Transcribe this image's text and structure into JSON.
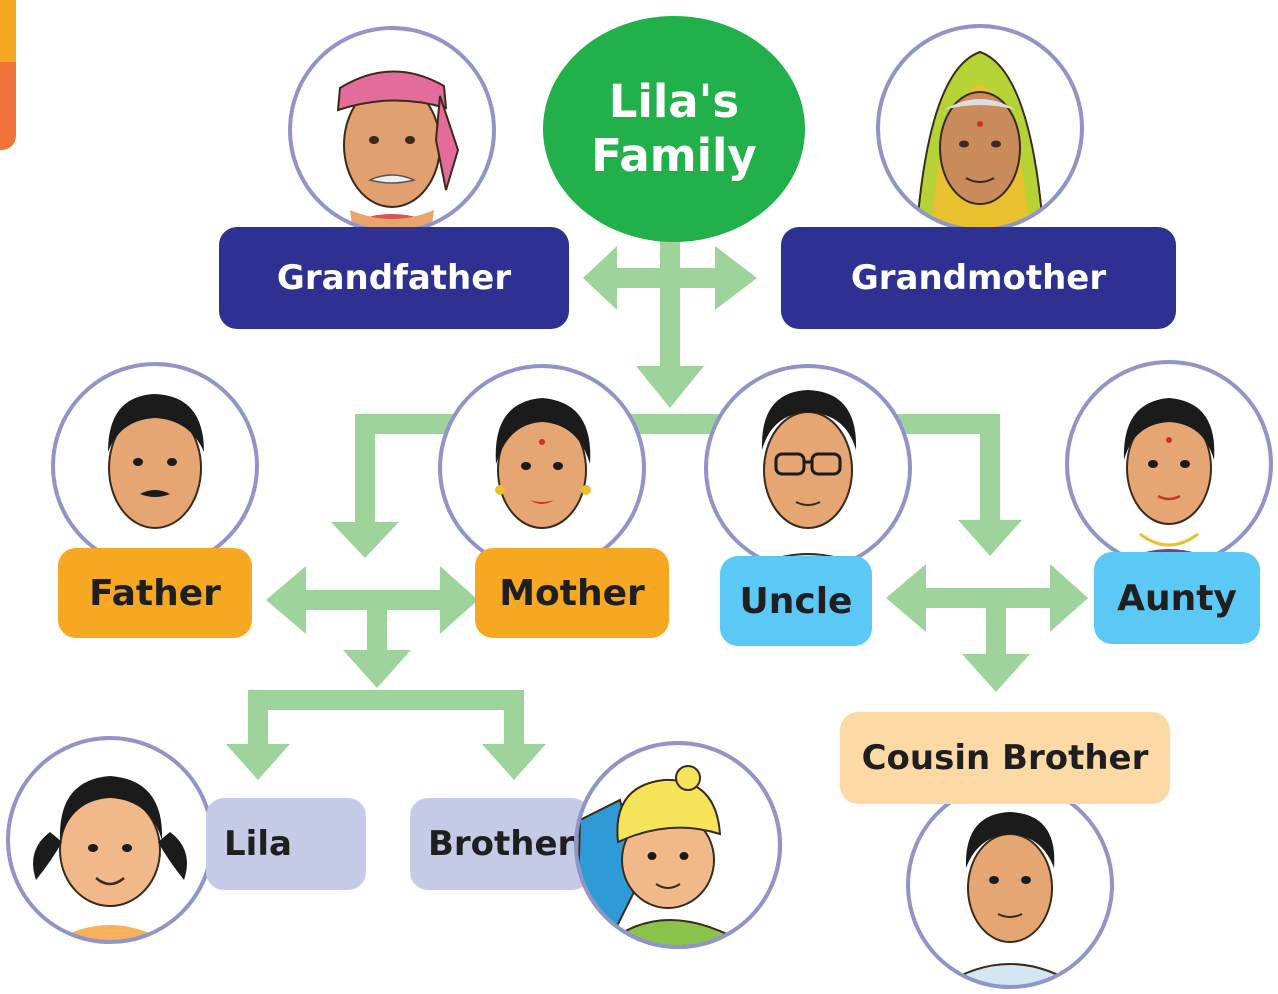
{
  "root": {
    "line1": "Lila's",
    "line2": "Family"
  },
  "members": {
    "grandfather": "Grandfather",
    "grandmother": "Grandmother",
    "father": "Father",
    "mother": "Mother",
    "uncle": "Uncle",
    "aunty": "Aunty",
    "lila": "Lila",
    "brother": "Brother",
    "cousin_brother": "Cousin Brother"
  },
  "colors": {
    "root": "#22b04b",
    "grandparents": "#2e3192",
    "parents": "#f7a823",
    "uncle_aunty": "#5bc8f5",
    "cousin": "#fdd9a6",
    "children": "#c5cbe6",
    "arrows": "#9ed39b",
    "portrait_ring": "#8f95c8"
  },
  "portraits": [
    {
      "name": "grandfather-portrait",
      "icon": "elderly-man-turban-icon"
    },
    {
      "name": "grandmother-portrait",
      "icon": "elderly-woman-headscarf-icon"
    },
    {
      "name": "father-portrait",
      "icon": "man-mustache-icon"
    },
    {
      "name": "mother-portrait",
      "icon": "woman-bindi-icon"
    },
    {
      "name": "uncle-portrait",
      "icon": "man-glasses-icon"
    },
    {
      "name": "aunty-portrait",
      "icon": "woman-necklace-icon"
    },
    {
      "name": "lila-portrait",
      "icon": "girl-pigtails-icon"
    },
    {
      "name": "brother-portrait",
      "icon": "boy-woolly-hat-icon"
    },
    {
      "name": "cousin-brother-portrait",
      "icon": "young-man-icon"
    }
  ]
}
